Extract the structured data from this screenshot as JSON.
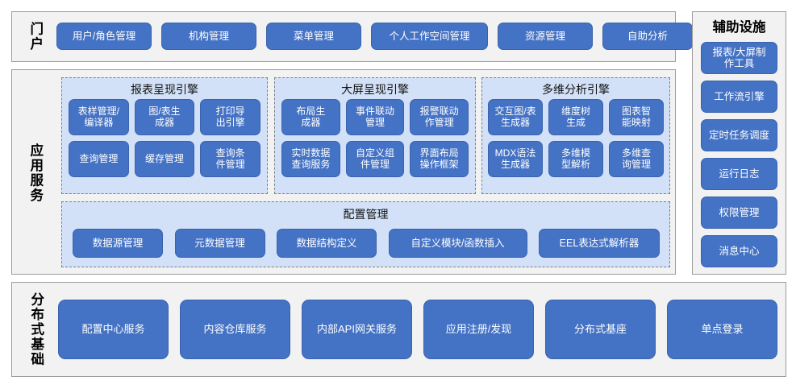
{
  "colors": {
    "button_blue": "#4472C4",
    "button_border": "#3A63AE",
    "panel_bg": "#F2F2F2",
    "panel_border": "#9C9C9C",
    "group_bg": "#D2E1F7",
    "group_border": "#7F7F7F",
    "text_white": "#FFFFFF",
    "text_black": "#000000"
  },
  "portal": {
    "label": "门户",
    "items": [
      {
        "label": "用户/角色管理",
        "width": 118
      },
      {
        "label": "机构管理",
        "width": 118
      },
      {
        "label": "菜单管理",
        "width": 118
      },
      {
        "label": "个人工作空间管理",
        "width": 145
      },
      {
        "label": "资源管理",
        "width": 118
      },
      {
        "label": "自助分析",
        "width": 112
      }
    ]
  },
  "auxiliary": {
    "title": "辅助设施",
    "items": [
      {
        "label": "报表/大屏制\n作工具"
      },
      {
        "label": "工作流引擎"
      },
      {
        "label": "定时任务调度"
      },
      {
        "label": "运行日志"
      },
      {
        "label": "权限管理"
      },
      {
        "label": "消息中心"
      }
    ]
  },
  "app_services": {
    "label": "应用服务",
    "groups": [
      {
        "title": "报表呈现引擎",
        "items": [
          {
            "label": "表样管理/\n编译器"
          },
          {
            "label": "图/表生\n成器"
          },
          {
            "label": "打印导\n出引擎"
          },
          {
            "label": "查询管理"
          },
          {
            "label": "缓存管理"
          },
          {
            "label": "查询条\n件管理"
          }
        ]
      },
      {
        "title": "大屏呈现引擎",
        "items": [
          {
            "label": "布局生\n成器"
          },
          {
            "label": "事件联动\n管理"
          },
          {
            "label": "报警联动\n作管理"
          },
          {
            "label": "实时数据\n查询服务"
          },
          {
            "label": "自定义组\n件管理"
          },
          {
            "label": "界面布局\n操作框架"
          }
        ]
      },
      {
        "title": "多维分析引擎",
        "items": [
          {
            "label": "交互图/表\n生成器"
          },
          {
            "label": "维度树\n生成"
          },
          {
            "label": "图表智\n能映射"
          },
          {
            "label": "MDX语法\n生成器"
          },
          {
            "label": "多维模\n型解析"
          },
          {
            "label": "多维查\n询管理"
          }
        ]
      }
    ],
    "config": {
      "title": "配置管理",
      "items": [
        {
          "label": "数据源管理",
          "width": 112
        },
        {
          "label": "元数据管理",
          "width": 112
        },
        {
          "label": "数据结构定义",
          "width": 124
        },
        {
          "label": "自定义模块/函数插入",
          "width": 172
        },
        {
          "label": "EEL表达式解析器",
          "width": 150
        }
      ]
    }
  },
  "distributed": {
    "label": "分布式基础",
    "items": [
      {
        "label": "配置中心服务"
      },
      {
        "label": "内容仓库服务"
      },
      {
        "label": "内部API网关服务"
      },
      {
        "label": "应用注册/发现"
      },
      {
        "label": "分布式基座"
      },
      {
        "label": "单点登录"
      }
    ]
  }
}
